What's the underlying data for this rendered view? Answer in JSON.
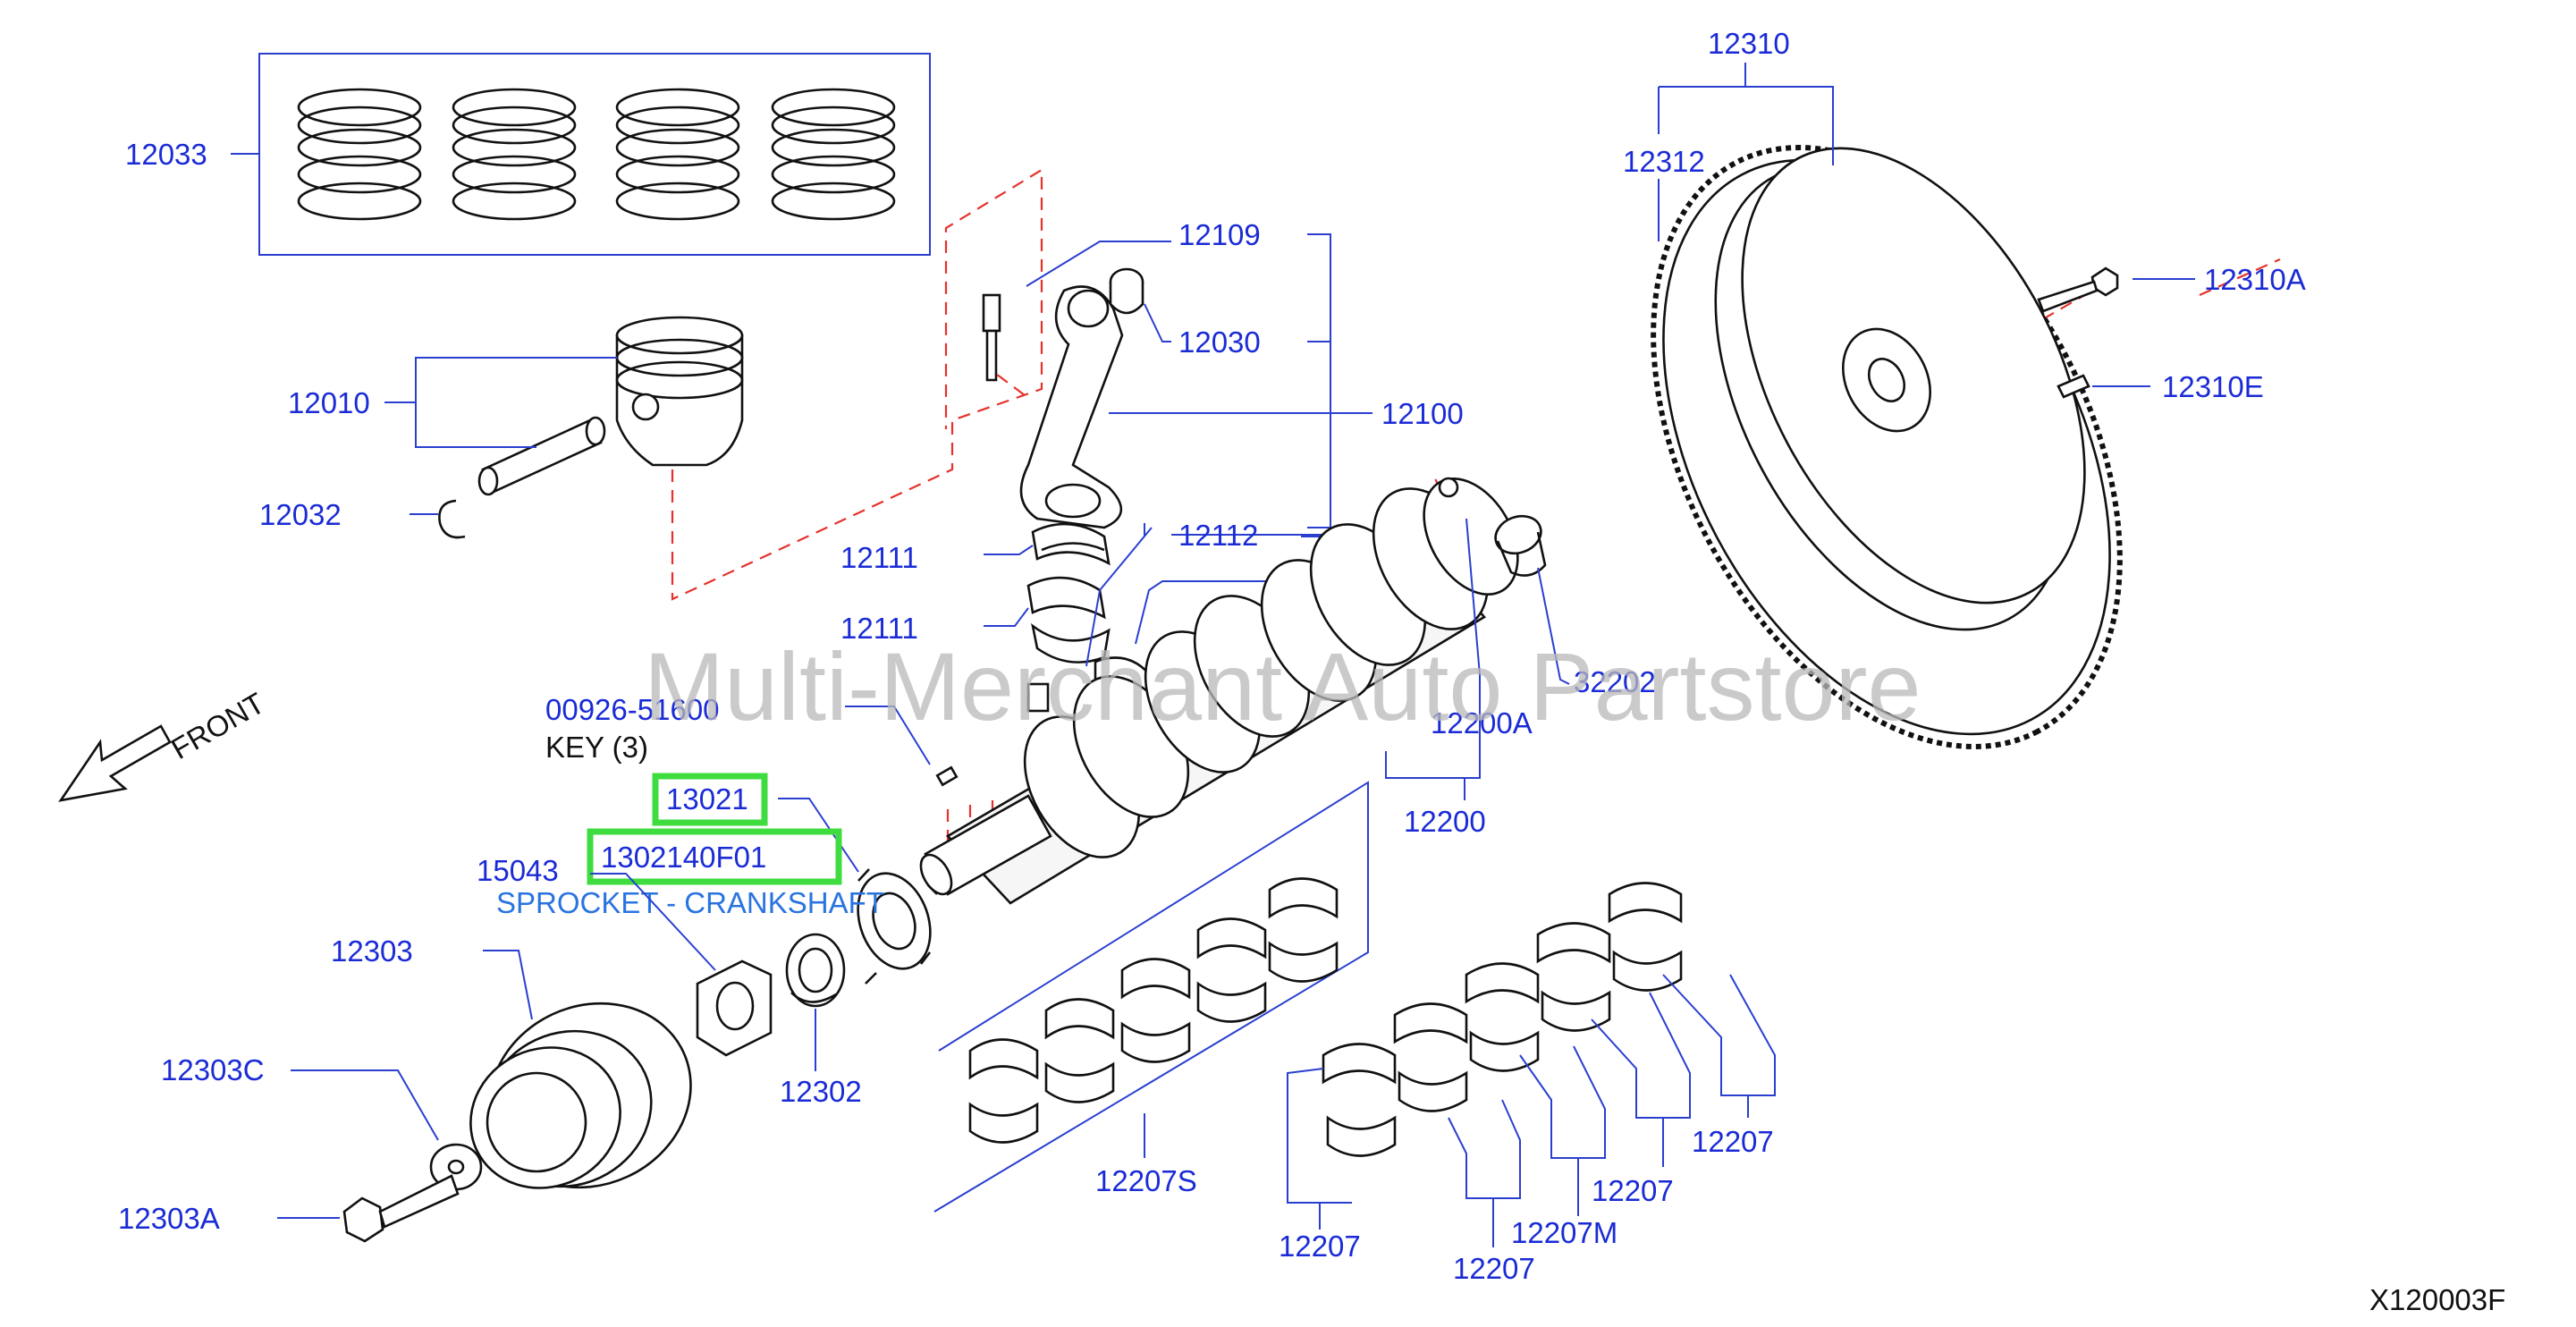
{
  "labels": {
    "p12033": "12033",
    "p12010": "12010",
    "p12032": "12032",
    "p12109": "12109",
    "p12030": "12030",
    "p12100": "12100",
    "p12111a": "12111",
    "p12111b": "12111",
    "p12112": "12112",
    "p12310": "12310",
    "p12312": "12312",
    "p12310A": "12310A",
    "p12310E": "12310E",
    "p32202": "32202",
    "p12200A": "12200A",
    "p12200": "12200",
    "p00926": "00926-51600",
    "key": "KEY  (3)",
    "p13021": "13021",
    "p15043": "15043",
    "p1302140F01": "1302140F01",
    "sprocket": "SPROCKET - CRANKSHAFT",
    "p12303": "12303",
    "p12303C": "12303C",
    "p12303A": "12303A",
    "p12302": "12302",
    "p12207S": "12207S",
    "p12207a": "12207",
    "p12207b": "12207",
    "p12207c": "12207",
    "p12207d": "12207",
    "p12207M": "12207M",
    "front": "FRONT",
    "code": "X120003F"
  },
  "watermark": "Multi-Merchant Auto Partstore",
  "colors": {
    "label_blue": "#1a2bd6",
    "leader_blue": "#2a3fd0",
    "highlight_green": "#3fdc3f",
    "dashed_red": "#e5322b",
    "watermark_gray": "#b9b9b9"
  }
}
